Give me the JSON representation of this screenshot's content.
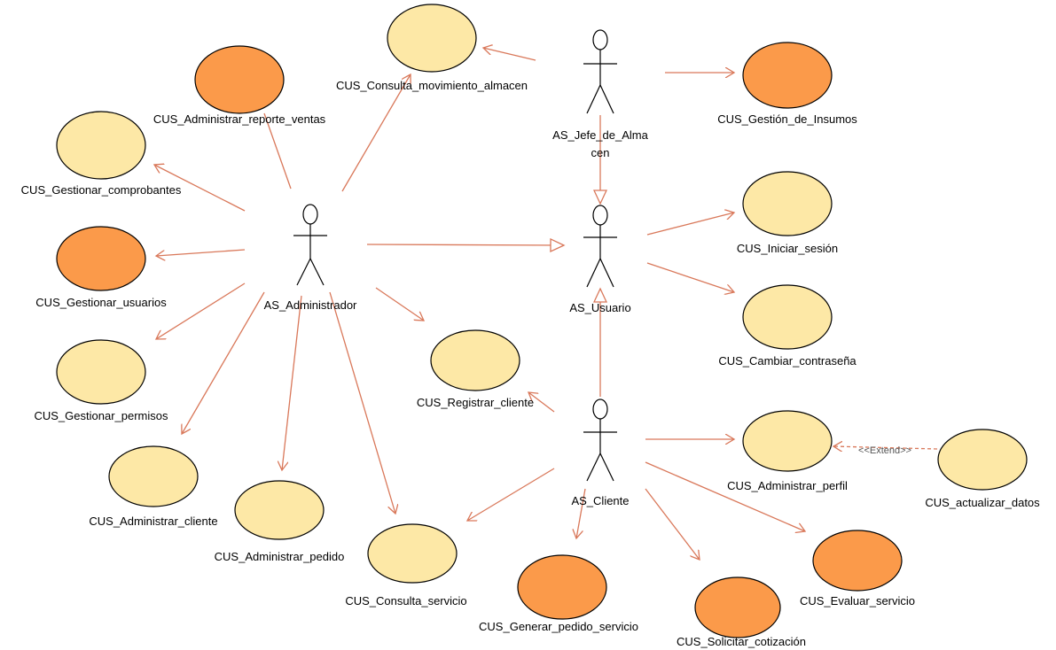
{
  "colors": {
    "usecase_light": "#fde8a6",
    "usecase_dark": "#fb9a4a",
    "edge": "#d9785a",
    "stroke": "#000000"
  },
  "actors": {
    "admin": "AS_Administrador",
    "jefe_line1": "AS_Jefe_de_Alma",
    "jefe_line2": "cen",
    "usuario": "AS_Usuario",
    "cliente": "AS_Cliente"
  },
  "usecases": {
    "consulta_mov": "CUS_Consulta_movimiento_almacen",
    "admin_reporte": "CUS_Administrar_reporte_ventas",
    "gestionar_comprobantes": "CUS_Gestionar_comprobantes",
    "gestionar_usuarios": "CUS_Gestionar_usuarios",
    "gestionar_permisos": "CUS_Gestionar_permisos",
    "admin_cliente": "CUS_Administrar_cliente",
    "admin_pedido": "CUS_Administrar_pedido",
    "consulta_servicio": "CUS_Consulta_servicio",
    "generar_pedido": "CUS_Generar_pedido_servicio",
    "solicitar_cotizacion": "CUS_Solicitar_cotización",
    "evaluar_servicio": "CUS_Evaluar_servicio",
    "admin_perfil": "CUS_Administrar_perfil",
    "actualizar_datos": "CUS_actualizar_datos",
    "registrar_cliente": "CUS_Registrar_cliente",
    "cambiar_contrasena": "CUS_Cambiar_contraseña",
    "iniciar_sesion": "CUS_Iniciar_sesión",
    "gestion_insumos": "CUS_Gestión_de_Insumos"
  },
  "relations": {
    "extend": "<<Extend>>"
  }
}
